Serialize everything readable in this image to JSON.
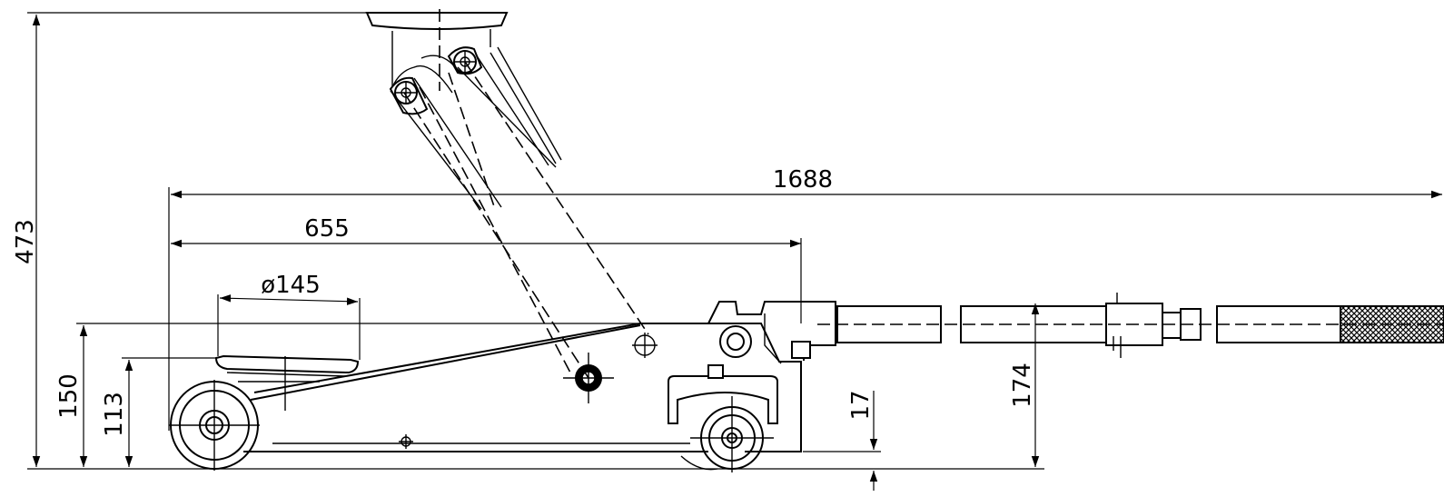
{
  "drawing": {
    "dimensions": {
      "overall_height": "473",
      "overall_length": "1688",
      "reach_length": "655",
      "saddle_diameter": "ø145",
      "body_height": "150",
      "saddle_min_height": "113",
      "ground_clearance": "17",
      "handle_height": "174"
    }
  }
}
